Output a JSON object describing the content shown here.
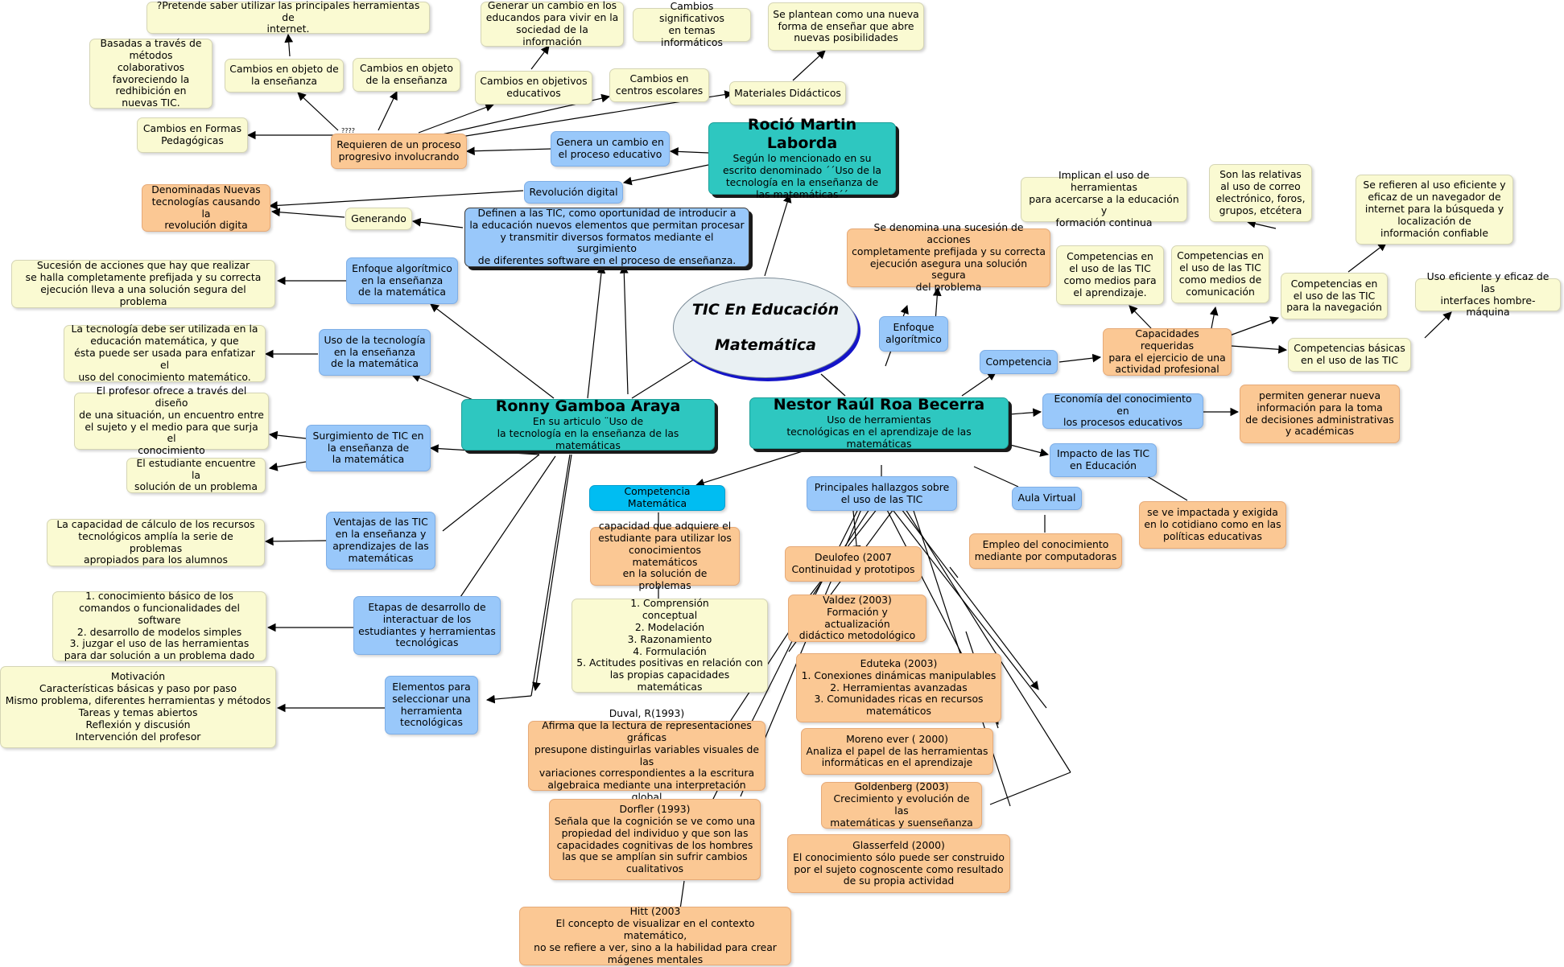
{
  "root": {
    "line1": "TIC En Educación",
    "line2": "Matemática"
  },
  "authors": {
    "martin": {
      "name": "Roció Martin Laborda",
      "desc": "Según lo mencionado en su\nescrito denominado  ´´Uso de la\ntecnología en la enseñanza de\nlas matemáticas´´"
    },
    "gamboa": {
      "name": "Ronny Gamboa Araya",
      "desc": "En su articulo ¨Uso de\nla tecnología en la enseñanza de las matemáticas"
    },
    "roa": {
      "name": "Nestor Raúl Roa Becerra",
      "desc": "Uso de herramientas\ntecnológicas en el aprendizaje de las matemáticas"
    }
  },
  "nodes": {
    "pretende": "?Pretende saber utilizar las principales herramientas de\ninternet.",
    "generar_cambio": "Generar un cambio en los\neducandos para vivir en la\nsociedad de la información",
    "cambios_signif": "Cambios significativos\nen temas informáticos",
    "nueva_forma": "Se plantean como una nueva\nforma de enseñar que abre\nnuevas posibilidades",
    "basadas": "Basadas a través de\nmétodos colaborativos\nfavoreciendo la\nredhibición en\nnuevas TIC.",
    "cambios_objeto1": "Cambios en objeto de\nla enseñanza",
    "cambios_objeto2": "Cambios en objeto\nde la enseñanza",
    "cambios_objetivos": "Cambios en objetivos\neducativos",
    "cambios_centros": "Cambios en\ncentros escolares",
    "materiales": "Materiales Didácticos",
    "cambios_formas": "Cambios en Formas\nPedagógicas",
    "requieren": "Requieren de un proceso\nprogresivo involucrando",
    "genera_cambio": "Genera un cambio en\nel proceso educativo",
    "revolucion": "Revolución digital",
    "denominadas": "Denominadas Nuevas\ntecnologías causando la\nrevolución digita",
    "generando": "Generando",
    "definen": "Definen a las TIC, como oportunidad de introducir a\nla educación nuevos elementos que permitan procesar\ny transmitir diversos formatos mediante el surgimiento\nde diferentes software en el proceso de enseñanza.",
    "sucesion_left": "Sucesión de acciones que hay que realizar\nse halla completamente prefijada y su correcta\nejecución lleva a una solución segura del problema",
    "enfoque_left": "Enfoque algorítmico\nen la enseñanza\nde la matemática",
    "tecnologia_debe": "La tecnología debe ser utilizada en la\neducación matemática, y que\nésta puede ser usada para enfatizar el\nuso del conocimiento matemático.",
    "uso_tecnologia": "Uso de la tecnología\nen la enseñanza\nde la matemática",
    "profesor_ofrece": "El profesor ofrece a través del diseño\nde una situación, un encuentro entre\nel sujeto y el medio para que surja el\nconocimiento",
    "surgimiento": "Surgimiento de TIC en\nla enseñanza de\nla matemática",
    "estudiante_encuentre": "El estudiante encuentre la\nsolución de un problema",
    "capacidad_calculo": "La capacidad de cálculo de los recursos\ntecnológicos amplía la serie de problemas\napropiados para los alumnos",
    "ventajas": "Ventajas de las TIC\nen la enseñanza y\naprendizajes de las\nmatemáticas",
    "conocimiento_basico": "1. conocimiento básico de los\ncomandos o funcionalidades del software\n2. desarrollo de modelos simples\n3. juzgar el uso de las herramientas\npara dar solución a un problema dado",
    "etapas": "Etapas de desarrollo de\ninteractuar de los\nestudiantes y herramientas\ntecnológicas",
    "motivacion": "Motivación\nCaracterísticas básicas y paso por paso\nMismo problema, diferentes herramientas y métodos\nTareas y temas abiertos\nReflexión y discusión\nIntervención del profesor",
    "elementos": "Elementos para\nseleccionar una\nherramienta\ntecnológicas",
    "competencia_mat": "Competencia Matemática",
    "capacidad_adquiere": "capacidad que adquiere el\nestudiante para utilizar los\nconocimientos matemáticos\nen la solución de problemas",
    "comprension": "1. Comprensión\nconceptual\n2. Modelación\n3. Razonamiento\n4. Formulación\n5. Actitudes positivas en relación con\nlas propias capacidades matemáticas",
    "principales": "Principales hallazgos sobre\nel uso de las TIC",
    "deulofeo": "Deulofeo (2007\nContinuidad y prototipos",
    "valdez": "Valdez (2003)\nFormación y actualización\ndidáctico metodológico",
    "eduteka": "Eduteka (2003)\n1. Conexiones dinámicas manipulables\n2. Herramientas avanzadas\n3. Comunidades ricas en recursos\nmatemáticos",
    "moreno": "Moreno ever ( 2000)\nAnaliza el papel de las herramientas\ninformáticas en el aprendizaje",
    "goldenberg": "Goldenberg (2003)\nCrecimiento y evolución de las\nmatemáticas y suenseñanza",
    "glasserfeld": "Glasserfeld (2000)\nEl conocimiento sólo puede ser construido\npor el sujeto cognoscente como resultado\nde su propia actividad",
    "duval": "Duval, R(1993)\nAfirma que la lectura de representaciones gráficas\npresupone distinguirlas variables visuales de las\nvariaciones correspondientes a la escritura\nalgebraica mediante una interpretación global",
    "dorfler": "Dorfler (1993)\nSeñala que la cognición se ve como una\npropiedad del individuo y que son las\ncapacidades cognitivas de los hombres\nlas que se amplían sin sufrir cambios\ncualitativos",
    "hitt": "Hitt (2003\nEl concepto de visualizar en el contexto matemático,\nno se refiere a ver, sino a la habilidad para crear\nmágenes mentales",
    "aula_virtual": "Aula Virtual",
    "empleo": "Empleo del conocimiento\nmediante por computadoras",
    "se_denomina": "Se denomina una sucesión de acciones\ncompletamente prefijada y su correcta\nejecución asegura una solución segura\ndel problema",
    "enfoque_right": "Enfoque\nalgorítmico",
    "competencia": "Competencia",
    "capacidades_req": "Capacidades requeridas\npara el ejercicio de una\nactividad profesional",
    "implican": "Implican el uso de herramientas\npara acercarse a la educación y\nformación continua",
    "comp_medios": "Competencias en\nel uso de las TIC\ncomo medios para\nel aprendizaje.",
    "son_relativas": "Son las relativas\nal uso de correo\nelectrónico, foros,\ngrupos, etcétera",
    "comp_comunicacion": "Competencias en\nel uso de las TIC\ncomo medios de\ncomunicación",
    "se_refieren": "Se refieren al uso eficiente y\neficaz de un navegador de\ninternet para la búsqueda y\nlocalización de\ninformación confiable",
    "comp_navegacion": "Competencias en\nel uso de las TIC\npara la navegación",
    "uso_eficiente": "Uso eficiente y eficaz de las\ninterfaces hombre-máquina",
    "comp_basicas": "Competencias básicas\nen el uso de las TIC",
    "economia": "Economía del conocimiento en\nlos procesos educativos",
    "permiten": "permiten generar nueva\ninformación para la toma\nde decisiones administrativas\ny académicas",
    "impacto": "Impacto de las TIC\nen Educación",
    "impactada": "se ve impactada y exigida\nen lo cotidiano como en las\npolíticas educativas",
    "tiny_marker": "????"
  },
  "colors": {
    "cream": "#fafad2",
    "orange": "#fbc894",
    "blue": "#99c8fa",
    "cyan": "#00bdf2",
    "teal": "#2ec7c0",
    "root_fill": "#e9f0f3",
    "root_shadow": "#1414c8"
  }
}
